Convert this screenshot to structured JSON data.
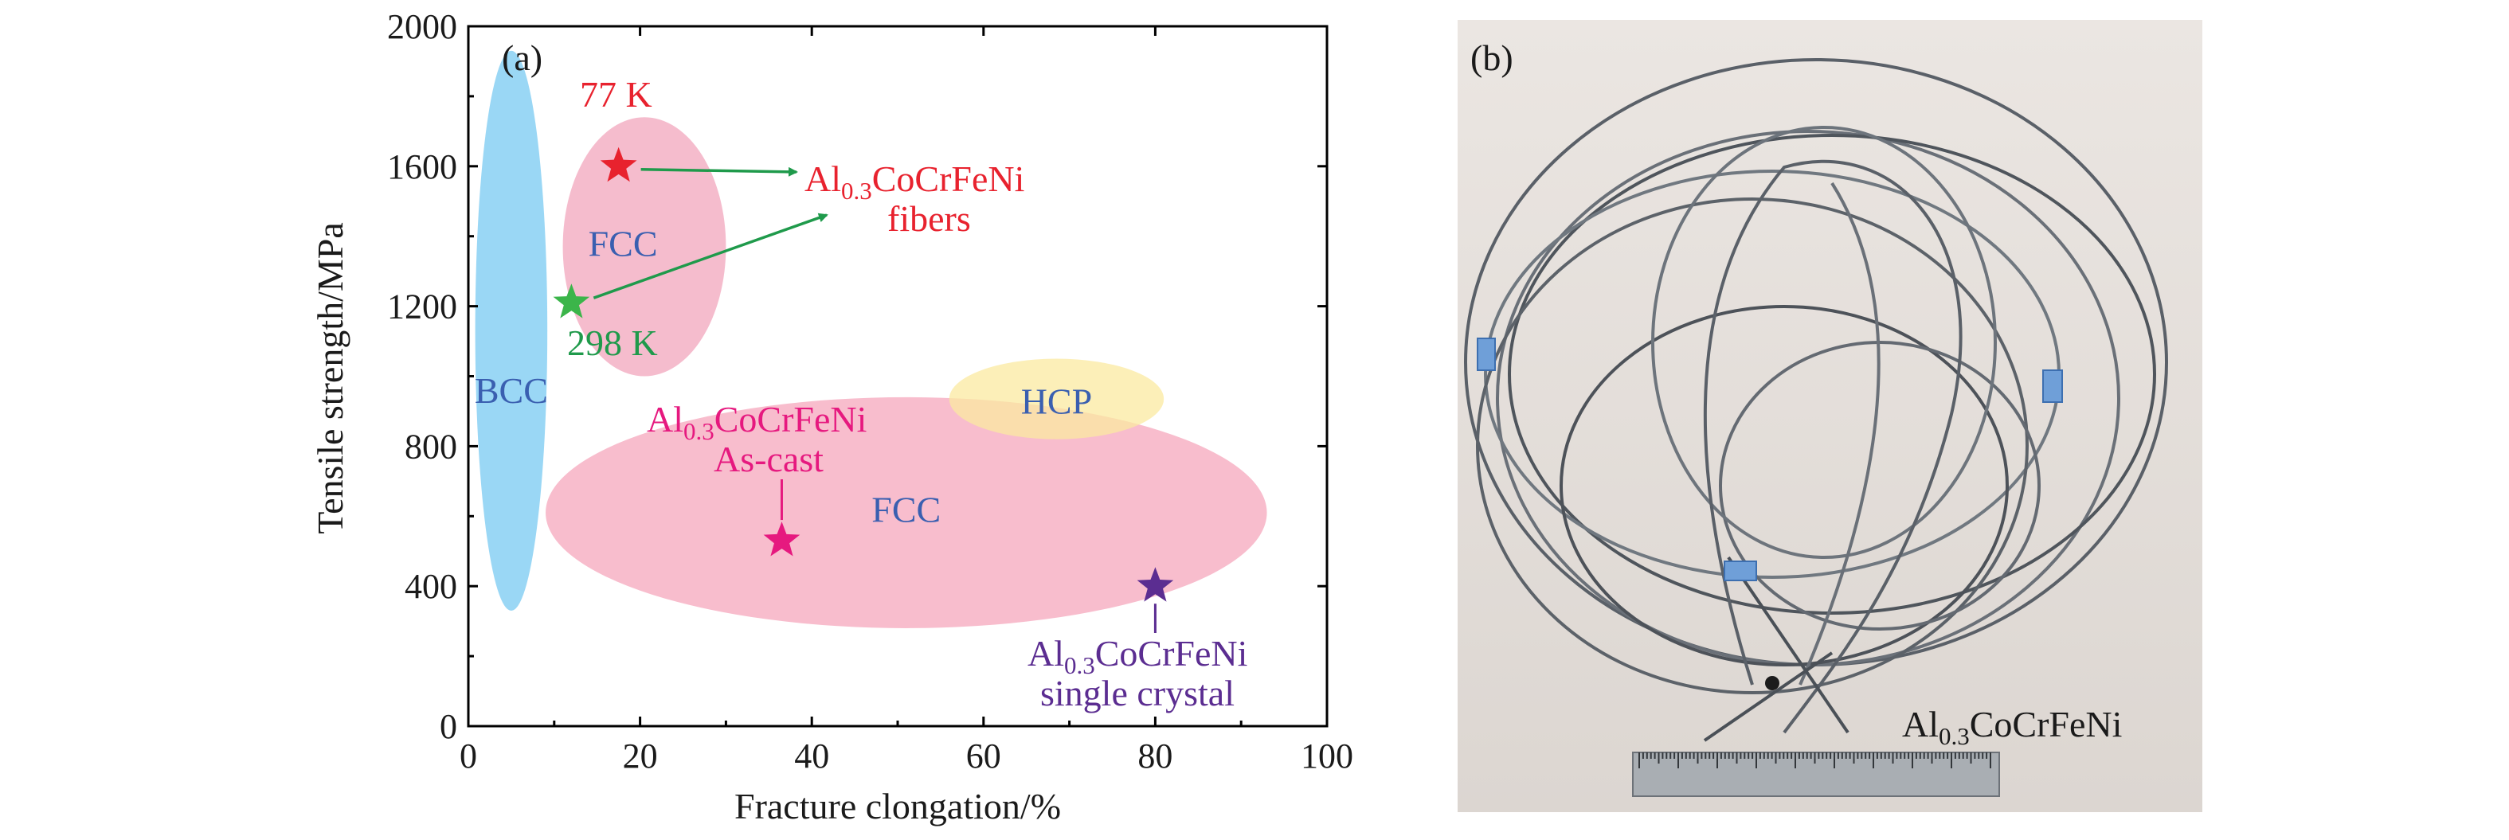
{
  "chart_data": {
    "type": "scatter",
    "panel_label": "(a)",
    "xlabel": "Fracture clongation/%",
    "ylabel": "Tensile strength/MPa",
    "xlim": [
      0,
      100
    ],
    "ylim": [
      0,
      2000
    ],
    "x_ticks": [
      0,
      20,
      40,
      60,
      80,
      100
    ],
    "y_ticks": [
      0,
      400,
      800,
      1200,
      1600,
      2000
    ],
    "regions": [
      {
        "id": "bcc",
        "label": "BCC",
        "cx": 5,
        "cy": 1130,
        "rx": 4.2,
        "ry": 800,
        "color": "#8fd3f4",
        "label_at": [
          5,
          960
        ],
        "label_color": "#3a5fb0"
      },
      {
        "id": "fcc-fiber",
        "label": "FCC",
        "cx": 20.5,
        "cy": 1370,
        "rx": 9.5,
        "ry": 370,
        "color": "#f4b5c8",
        "label_at": [
          18,
          1380
        ],
        "label_color": "#3a5fb0"
      },
      {
        "id": "fcc-bulk",
        "label": "FCC",
        "cx": 51,
        "cy": 610,
        "rx": 42,
        "ry": 330,
        "color": "#f7b6c8",
        "label_at": [
          51,
          620
        ],
        "label_color": "#3a5fb0"
      },
      {
        "id": "hcp",
        "label": "HCP",
        "cx": 68.5,
        "cy": 935,
        "rx": 12.5,
        "ry": 115,
        "color": "#fbe9a0",
        "label_at": [
          68.5,
          930
        ],
        "label_color": "#3a5fb0"
      }
    ],
    "points": [
      {
        "id": "fiber-77k",
        "x": 17.5,
        "y": 1600,
        "color": "#e8222e",
        "label": "77 K",
        "label_color": "#e8222e"
      },
      {
        "id": "fiber-298k",
        "x": 12,
        "y": 1210,
        "color": "#3bb54a",
        "label": "298 K",
        "label_color": "#1f9a4b"
      },
      {
        "id": "as-cast",
        "x": 36.5,
        "y": 530,
        "color": "#e6197f"
      },
      {
        "id": "single-crystal",
        "x": 80,
        "y": 400,
        "color": "#5b2d91"
      }
    ],
    "annotations": [
      {
        "id": "fibers",
        "base": "Al",
        "sub": "0.3",
        "rest": "CoCrFeNi",
        "line2": "fibers",
        "color": "#e8222e"
      },
      {
        "id": "as-cast",
        "base": "Al",
        "sub": "0.3",
        "rest": "CoCrFeNi",
        "line2": "As-cast",
        "color": "#e6197f"
      },
      {
        "id": "single-crystal",
        "base": "Al",
        "sub": "0.3",
        "rest": "CoCrFeNi",
        "line2": "single crystal",
        "color": "#5b2d91"
      }
    ],
    "arrow_color": "#1f9a4b"
  },
  "photo_panel": {
    "panel_label": "(b)",
    "caption_base": "Al",
    "caption_sub": "0.3",
    "caption_rest": "CoCrFeNi"
  }
}
